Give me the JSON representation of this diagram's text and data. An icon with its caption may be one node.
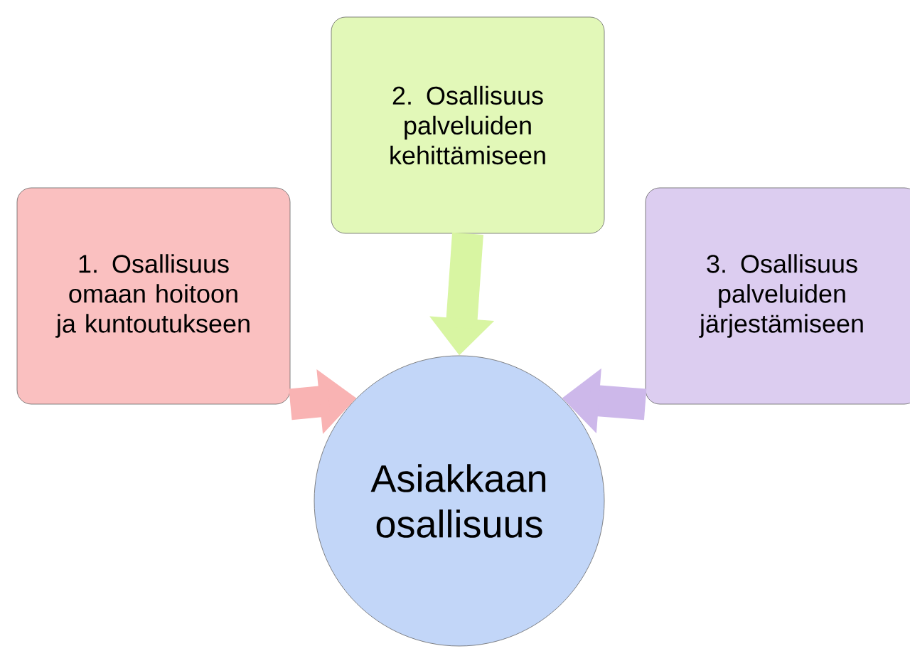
{
  "diagram": {
    "nodes": [
      {
        "text": [
          "1. Osallisuus omaan hoitoon ja kuntoutukseen"
        ]
      },
      {
        "text": [
          "2. Osallisuus palveluiden kehittämiseen"
        ]
      },
      {
        "text": [
          "3. Osallisuus palveluiden järjestämiseen"
        ]
      },
      {
        "text": [
          "Asiakkaan osallisuus"
        ]
      }
    ],
    "edges": [
      {
        "from": 0,
        "to": 3,
        "arrow": "to",
        "color": "#f9b3b3"
      },
      {
        "from": 1,
        "to": 3,
        "arrow": "to",
        "color": "#d8f5a2"
      },
      {
        "from": 2,
        "to": 3,
        "arrow": "to",
        "color": "#cdb8ea"
      }
    ]
  }
}
